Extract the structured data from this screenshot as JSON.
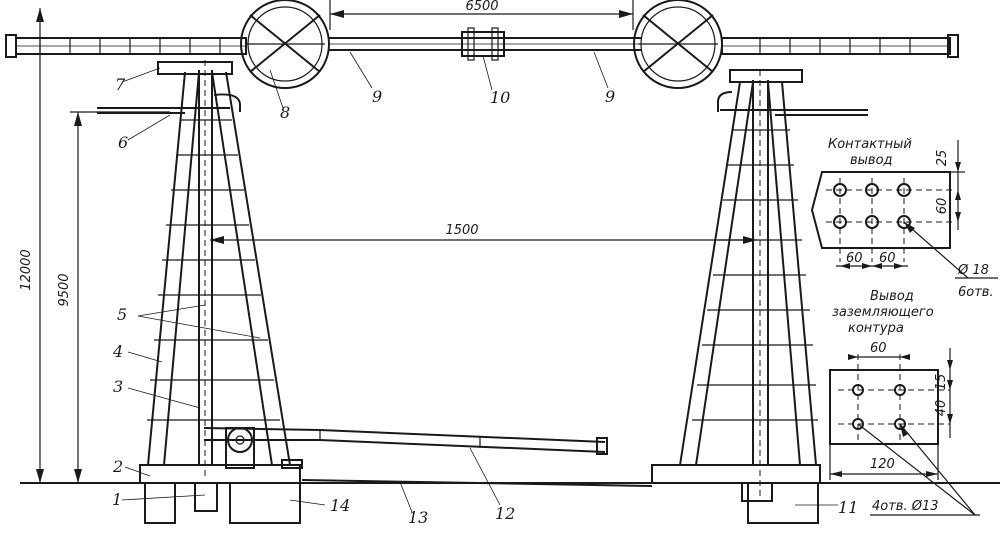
{
  "dimensions": {
    "total_height": "12000",
    "support_height": "9500",
    "top_span": "6500",
    "mid_span": "1500"
  },
  "part_labels": [
    "1",
    "2",
    "3",
    "4",
    "5",
    "6",
    "7",
    "8",
    "9",
    "10",
    "9",
    "11",
    "12",
    "13",
    "14"
  ],
  "contact_terminal": {
    "title_line1": "Контактный",
    "title_line2": "вывод",
    "dim_top": "25",
    "dim_spacing_v": "60",
    "dim_spacing_h1": "60",
    "dim_spacing_h2": "60",
    "hole_note_1": "Ø 18",
    "hole_note_2": "6отв."
  },
  "ground_terminal": {
    "title_line1": "Вывод",
    "title_line2": "заземляющего",
    "title_line3": "контура",
    "dim_top": "60",
    "dim_v1": "15",
    "dim_v2": "40",
    "dim_width": "120",
    "hole_note": "4отв. Ø13"
  }
}
